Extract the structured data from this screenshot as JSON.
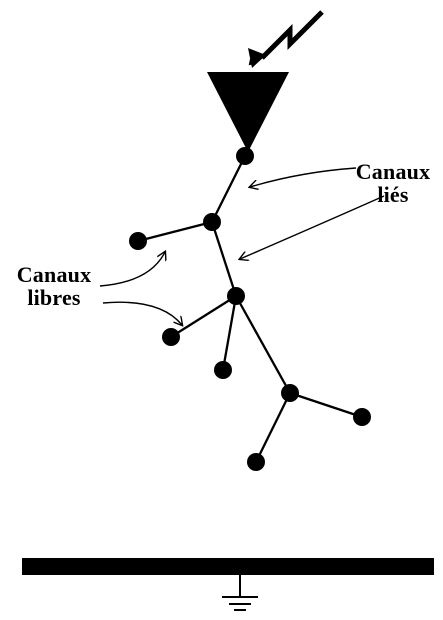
{
  "diagram": {
    "colors": {
      "ink": "#000000",
      "background": "#ffffff"
    },
    "labels": {
      "bound_channels": {
        "line1": "Canaux",
        "line2": "liés"
      },
      "free_channels": {
        "line1": "Canaux",
        "line2": "libres"
      }
    },
    "icons": {
      "lightning": "lightning-arrow-icon",
      "leader_tip": "inverted-triangle-icon",
      "ground": "ground-symbol-icon"
    }
  }
}
